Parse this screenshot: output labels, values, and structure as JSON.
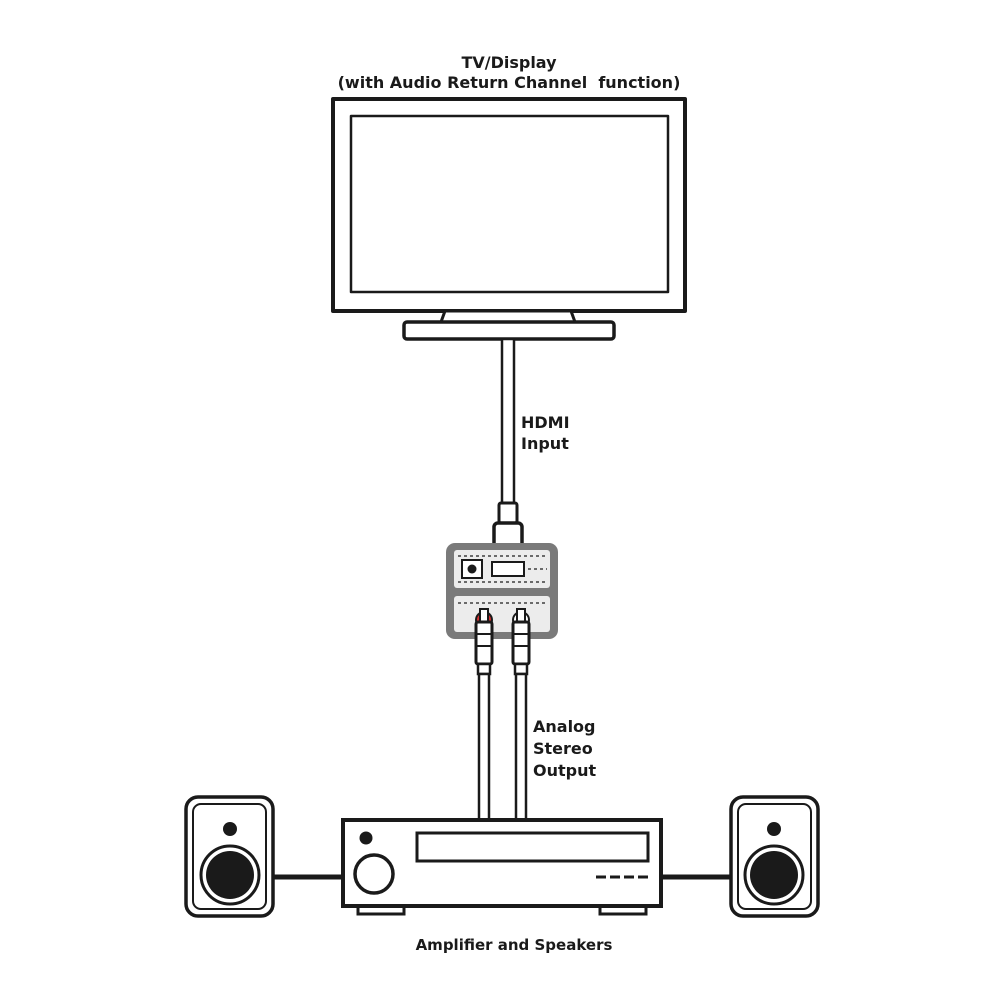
{
  "labels": {
    "tv_title": "TV/Display",
    "tv_subtitle": "(with Audio Return Channel  function)",
    "hdmi_line1": "HDMI",
    "hdmi_line2": "Input",
    "analog_line1": "Analog",
    "analog_line2": "Stereo",
    "analog_line3": "Output",
    "amp_caption": "Amplifier and Speakers"
  },
  "devices": {
    "tv": "television-display",
    "converter": "audio-extractor",
    "amplifier": "amplifier",
    "speakers": "speaker-pair"
  },
  "colors": {
    "line": "#1a1a1a",
    "converter_body": "#7a7a7a",
    "converter_panel": "#ececec",
    "rca_left_ring": "#d32f2f",
    "rca_right_ring": "#ffffff"
  }
}
